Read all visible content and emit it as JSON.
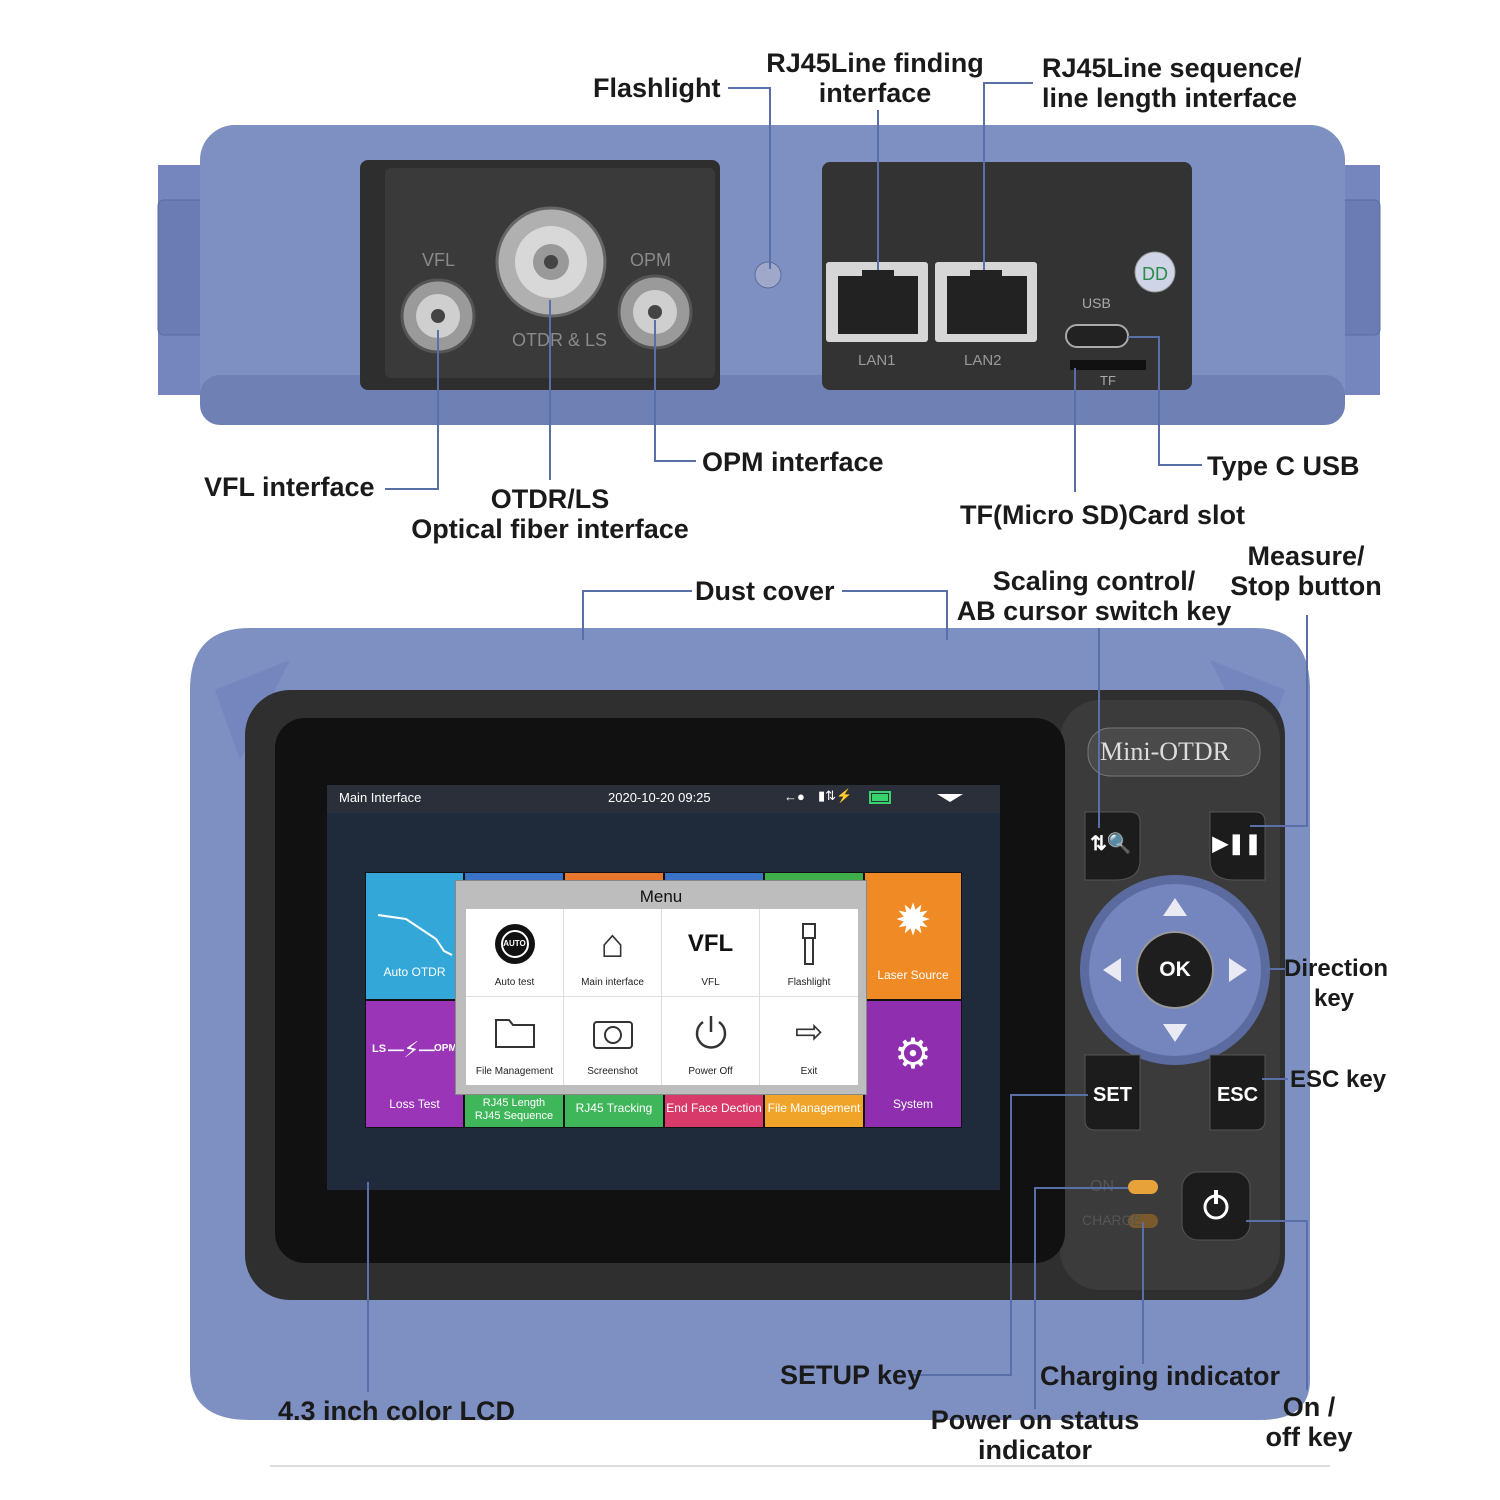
{
  "colors": {
    "case_blue": "#7e8fc2",
    "case_dark": "#6072a8",
    "panel_dark": "#3a3a3a",
    "screen_bg": "#1f2a3a",
    "leader_line": "#5a6fa8"
  },
  "top_panel": {
    "port_vfl": "VFL",
    "port_opm": "OPM",
    "port_otdr_ls": "OTDR & LS",
    "lan1": "LAN1",
    "lan2": "LAN2",
    "usb": "USB",
    "tf": "TF"
  },
  "callouts": {
    "flashlight": "Flashlight",
    "rj45_finding": "RJ45Line finding\ninterface",
    "rj45_sequence": "RJ45Line sequence/\nline length interface",
    "vfl_interface": "VFL interface",
    "otdr_ls": "OTDR/LS\nOptical fiber interface",
    "opm_interface": "OPM interface",
    "type_c_usb": "Type C USB",
    "tf_card": "TF(Micro SD)Card slot",
    "dust_cover": "Dust cover",
    "scaling_control": "Scaling control/\nAB cursor switch key",
    "measure_stop": "Measure/\nStop button",
    "direction_key": "Direction\nkey",
    "esc_key": "ESC key",
    "setup_key": "SETUP key",
    "charging_indicator": "Charging indicator",
    "power_status": "Power on status\nindicator",
    "on_off_key": "On /\noff key",
    "lcd": "4.3 inch color LCD"
  },
  "device": {
    "brand": "Mini-OTDR",
    "led_on": "ON",
    "led_charge": "CHARGE",
    "key_ok": "OK",
    "key_set": "SET",
    "key_esc": "ESC"
  },
  "screen": {
    "title": "Main Interface",
    "datetime": "2020-10-20  09:25",
    "tiles": {
      "auto_otdr": "Auto OTDR",
      "laser_source": "Laser Source",
      "loss_test": "Loss Test",
      "rj45_length": "RJ45 Length\nRJ45 Sequence",
      "rj45_tracking": "RJ45 Tracking",
      "end_face": "End Face Dection",
      "file_mgmt": "File Management",
      "system": "System",
      "ls_icon": "LS",
      "opm_icon": "OPM"
    },
    "menu": {
      "title": "Menu",
      "items": [
        {
          "label": "Auto test",
          "icon": "auto-test-icon"
        },
        {
          "label": "Main interface",
          "icon": "home-icon"
        },
        {
          "label": "VFL",
          "icon": "vfl-icon",
          "icon_text": "VFL"
        },
        {
          "label": "Flashlight",
          "icon": "flashlight-icon"
        },
        {
          "label": "File Management",
          "icon": "folder-icon"
        },
        {
          "label": "Screenshot",
          "icon": "camera-icon"
        },
        {
          "label": "Power Off",
          "icon": "power-icon"
        },
        {
          "label": "Exit",
          "icon": "exit-icon"
        }
      ],
      "auto_badge": "AUTO"
    }
  }
}
